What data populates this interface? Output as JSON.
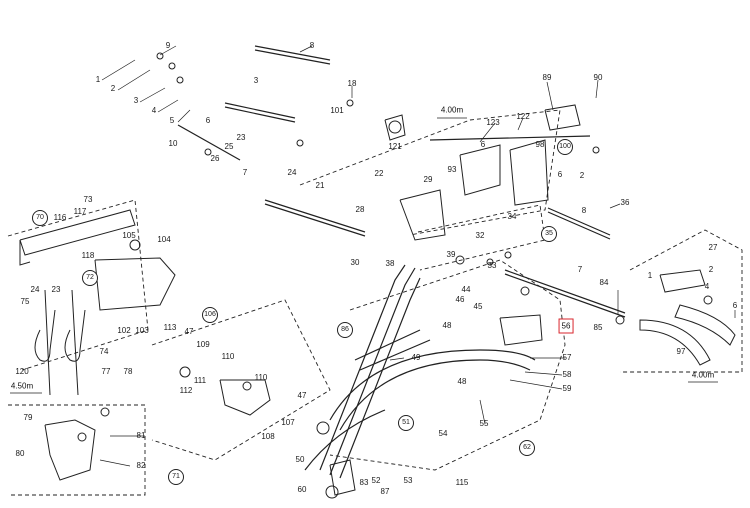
{
  "diagram": {
    "type": "exploded-parts-view",
    "highlight_label": "56",
    "dimensions": [
      "4.00m",
      "4.50m",
      "4.00m"
    ],
    "callouts": [
      {
        "id": "c1",
        "t": "1"
      },
      {
        "id": "c2",
        "t": "2"
      },
      {
        "id": "c3",
        "t": "3"
      },
      {
        "id": "c4",
        "t": "4"
      },
      {
        "id": "c5",
        "t": "5"
      },
      {
        "id": "c6",
        "t": "6"
      },
      {
        "id": "c7",
        "t": "7"
      },
      {
        "id": "c8a",
        "t": "8"
      },
      {
        "id": "c9",
        "t": "9"
      },
      {
        "id": "c10",
        "t": "10"
      },
      {
        "id": "c18",
        "t": "18"
      },
      {
        "id": "c101",
        "t": "101"
      },
      {
        "id": "c89",
        "t": "89"
      },
      {
        "id": "c90",
        "t": "90"
      },
      {
        "id": "c123",
        "t": "123"
      },
      {
        "id": "c122",
        "t": "122"
      },
      {
        "id": "c6b",
        "t": "6"
      },
      {
        "id": "c98",
        "t": "98"
      },
      {
        "id": "c121",
        "t": "121"
      },
      {
        "id": "c22",
        "t": "22"
      },
      {
        "id": "c23",
        "t": "23"
      },
      {
        "id": "c25",
        "t": "25"
      },
      {
        "id": "c26",
        "t": "26"
      },
      {
        "id": "c24",
        "t": "24"
      },
      {
        "id": "c3b",
        "t": "3"
      },
      {
        "id": "c21",
        "t": "21"
      },
      {
        "id": "c93",
        "t": "93"
      },
      {
        "id": "c29",
        "t": "29"
      },
      {
        "id": "c28",
        "t": "28"
      },
      {
        "id": "c30",
        "t": "30"
      },
      {
        "id": "c38",
        "t": "38"
      },
      {
        "id": "c6c",
        "t": "6"
      },
      {
        "id": "c2b",
        "t": "2"
      },
      {
        "id": "c8b",
        "t": "8"
      },
      {
        "id": "c36",
        "t": "36"
      },
      {
        "id": "c34",
        "t": "34"
      },
      {
        "id": "c32",
        "t": "32"
      },
      {
        "id": "c39",
        "t": "39"
      },
      {
        "id": "c33",
        "t": "33"
      },
      {
        "id": "c73",
        "t": "73"
      },
      {
        "id": "c116",
        "t": "116"
      },
      {
        "id": "c117",
        "t": "117"
      },
      {
        "id": "c105",
        "t": "105"
      },
      {
        "id": "c104",
        "t": "104"
      },
      {
        "id": "c118",
        "t": "118"
      },
      {
        "id": "c24b",
        "t": "24"
      },
      {
        "id": "c23b",
        "t": "23"
      },
      {
        "id": "c75",
        "t": "75"
      },
      {
        "id": "c102",
        "t": "102"
      },
      {
        "id": "c103",
        "t": "103"
      },
      {
        "id": "c74",
        "t": "74"
      },
      {
        "id": "c120",
        "t": "120"
      },
      {
        "id": "c77",
        "t": "77"
      },
      {
        "id": "c78",
        "t": "78"
      },
      {
        "id": "c79",
        "t": "79"
      },
      {
        "id": "c81",
        "t": "81"
      },
      {
        "id": "c80",
        "t": "80"
      },
      {
        "id": "c82",
        "t": "82"
      },
      {
        "id": "c113",
        "t": "113"
      },
      {
        "id": "c47",
        "t": "47"
      },
      {
        "id": "c109",
        "t": "109"
      },
      {
        "id": "c110",
        "t": "110"
      },
      {
        "id": "c111",
        "t": "111"
      },
      {
        "id": "c112",
        "t": "112"
      },
      {
        "id": "c110b",
        "t": "110"
      },
      {
        "id": "c47b",
        "t": "47"
      },
      {
        "id": "c108",
        "t": "108"
      },
      {
        "id": "c107",
        "t": "107"
      },
      {
        "id": "c7b",
        "t": "7"
      },
      {
        "id": "c84",
        "t": "84"
      },
      {
        "id": "c85",
        "t": "85"
      },
      {
        "id": "c27",
        "t": "27"
      },
      {
        "id": "c2c",
        "t": "2"
      },
      {
        "id": "c1b",
        "t": "1"
      },
      {
        "id": "c4b",
        "t": "4"
      },
      {
        "id": "c6d",
        "t": "6"
      },
      {
        "id": "c97",
        "t": "97"
      },
      {
        "id": "c44",
        "t": "44"
      },
      {
        "id": "c46",
        "t": "46"
      },
      {
        "id": "c45",
        "t": "45"
      },
      {
        "id": "c48",
        "t": "48"
      },
      {
        "id": "c49",
        "t": "49"
      },
      {
        "id": "c48b",
        "t": "48"
      },
      {
        "id": "c57",
        "t": "57"
      },
      {
        "id": "c58",
        "t": "58"
      },
      {
        "id": "c59",
        "t": "59"
      },
      {
        "id": "c54",
        "t": "54"
      },
      {
        "id": "c55",
        "t": "55"
      },
      {
        "id": "c50",
        "t": "50"
      },
      {
        "id": "c60",
        "t": "60"
      },
      {
        "id": "c83",
        "t": "83"
      },
      {
        "id": "c52",
        "t": "52"
      },
      {
        "id": "c53",
        "t": "53"
      },
      {
        "id": "c115",
        "t": "115"
      },
      {
        "id": "c87",
        "t": "87"
      }
    ],
    "circled": [
      {
        "id": "k100",
        "t": "100"
      },
      {
        "id": "k35",
        "t": "35"
      },
      {
        "id": "k70",
        "t": "70"
      },
      {
        "id": "k72",
        "t": "72"
      },
      {
        "id": "k106",
        "t": "106"
      },
      {
        "id": "k71",
        "t": "71"
      },
      {
        "id": "k86",
        "t": "86"
      },
      {
        "id": "k51",
        "t": "51"
      },
      {
        "id": "k62",
        "t": "62"
      }
    ]
  }
}
